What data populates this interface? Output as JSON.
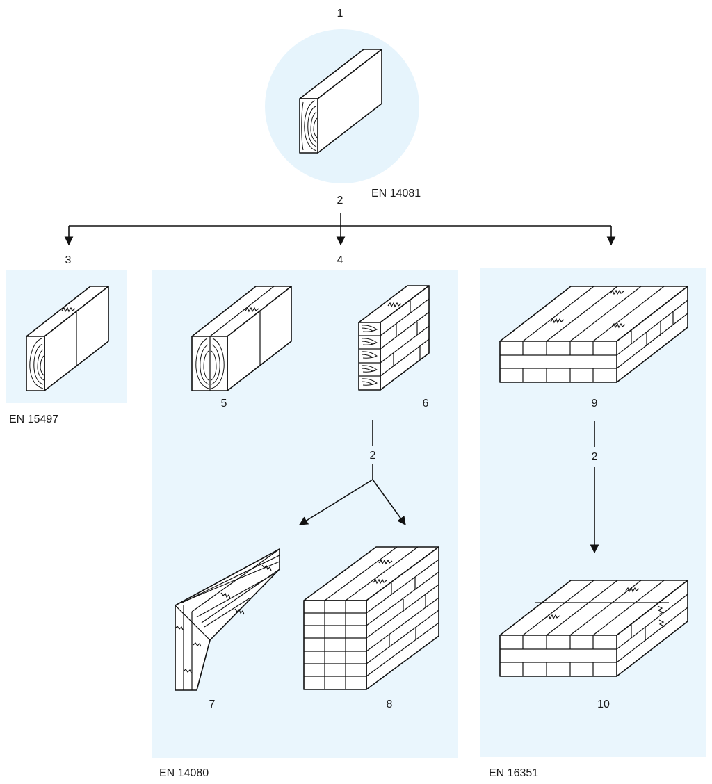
{
  "node_labels": {
    "n1": "1",
    "n2_top": "2",
    "n3": "3",
    "n4": "4",
    "n5": "5",
    "n6": "6",
    "n2_mid": "2",
    "n7": "7",
    "n8": "8",
    "n9": "9",
    "n2_right": "2",
    "n10": "10"
  },
  "standards": {
    "top": "EN 14081",
    "left": "EN 15497",
    "middle": "EN 14080",
    "right": "EN 16351"
  },
  "colors": {
    "panel_fill": "#eaf6fd",
    "circle_fill": "#e6f4fc",
    "line": "#111111"
  }
}
